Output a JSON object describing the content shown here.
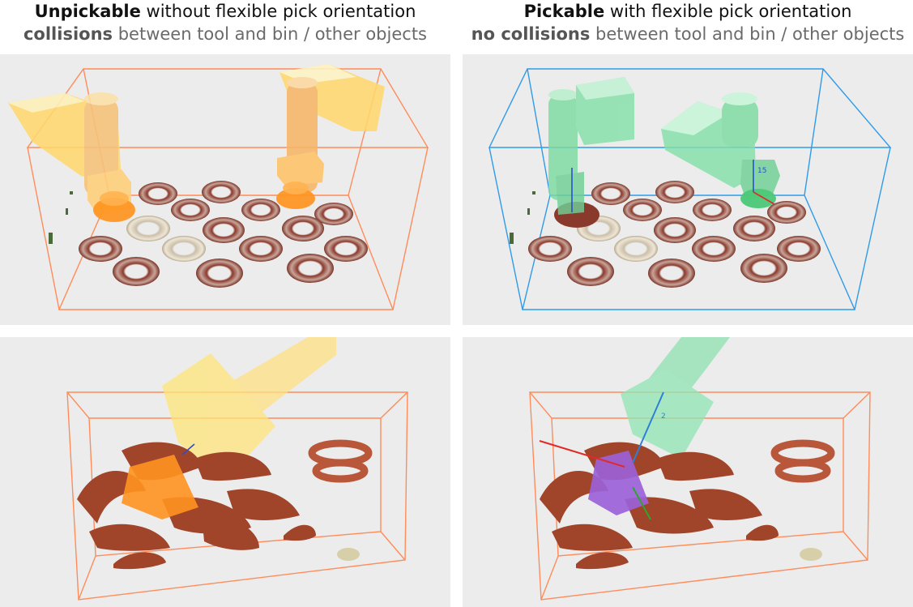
{
  "left_caption": {
    "line1_bold": "Unpickable",
    "line1_rest": " without  flexible pick orientation",
    "line2_bold": "collisions",
    "line2_rest": " between tool and bin / other objects"
  },
  "right_caption": {
    "line1_bold": "Pickable",
    "line1_rest": " with  flexible pick orientation",
    "line2_bold": "no collisions",
    "line2_rest": " between tool and bin / other objects"
  },
  "colors": {
    "panel_bg": "#ececec",
    "bin_orange": "#ff8c5a",
    "bin_blue": "#2f9be8",
    "tool_yellow": "#ffe082",
    "tool_green": "#7ddba0",
    "part_brown": "#a0523a",
    "collision_orange": "#ff9420",
    "grasp_purple": "#9b62d8"
  },
  "labels": {
    "top_right_axis": "15",
    "bottom_right_axis": "2"
  }
}
